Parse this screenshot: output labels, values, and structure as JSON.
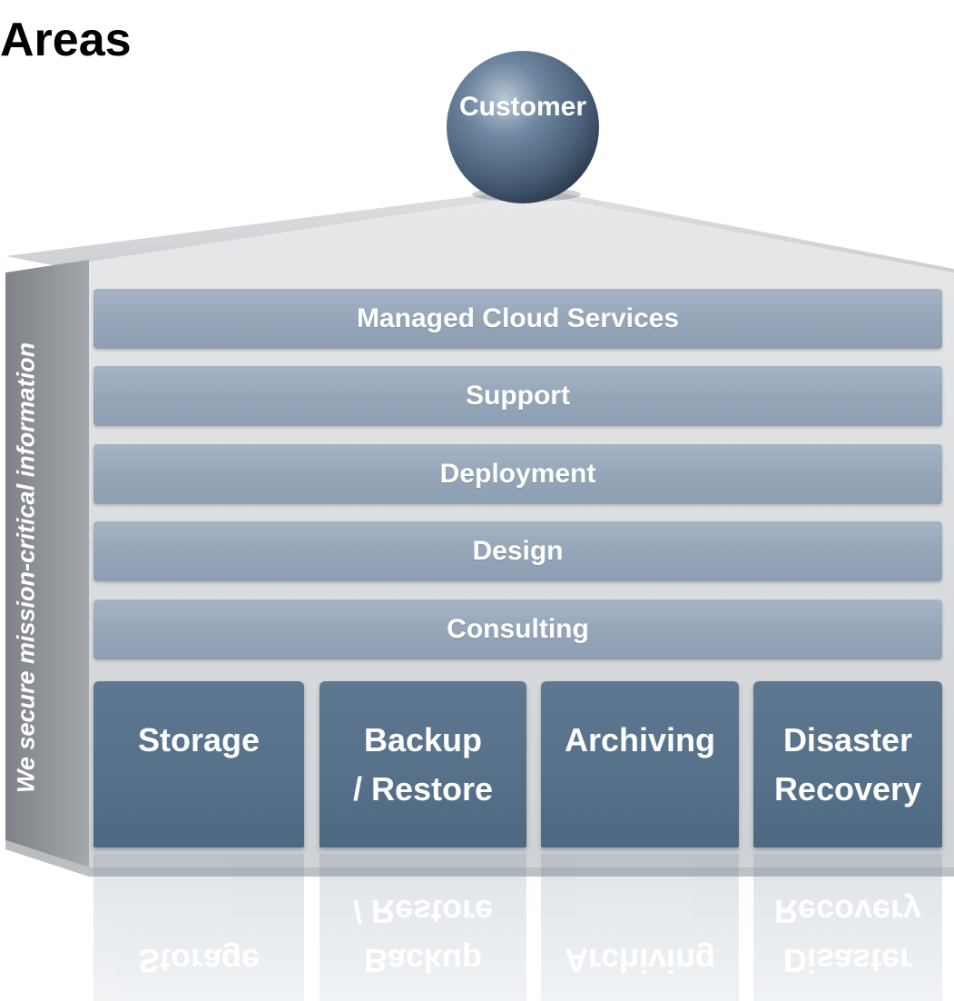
{
  "title": "Areas",
  "sphere": {
    "label": "Customer"
  },
  "side_label": "We secure mission-critical information",
  "layers": [
    "Managed Cloud Services",
    "Support",
    "Deployment",
    "Design",
    "Consulting"
  ],
  "pillars": [
    "Storage",
    "Backup\n/ Restore",
    "Archiving",
    "Disaster\nRecovery"
  ],
  "colors": {
    "band": "#94a5b8",
    "pillar": "#56708a",
    "sphere": "#5f7890",
    "frame": "#d7d9dc",
    "side_panel": "#8e9196"
  }
}
